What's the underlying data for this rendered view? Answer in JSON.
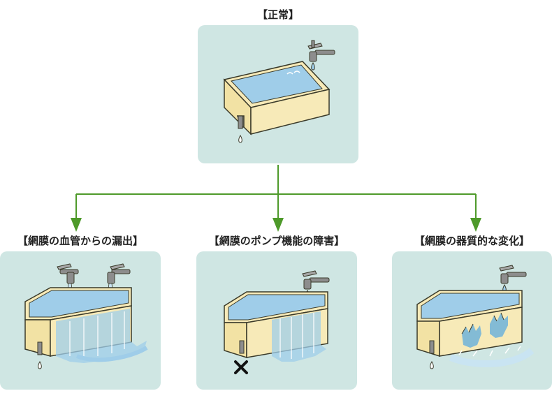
{
  "diagram": {
    "colors": {
      "panel_bg": "#cfe6e3",
      "tub": "#f7eab8",
      "tub_outline": "#3a3a2a",
      "water": "#9fcde9",
      "water_light": "#c8e3f3",
      "faucet": "#8d8d8d",
      "arrow": "#4e9a2a",
      "cross": "#111111"
    },
    "top": {
      "label": "【正常】"
    },
    "children": [
      {
        "label": "【網膜の血管からの漏出】"
      },
      {
        "label": "【網膜のポンプ機能の障害】"
      },
      {
        "label": "【網膜の器質的な変化】"
      }
    ]
  }
}
